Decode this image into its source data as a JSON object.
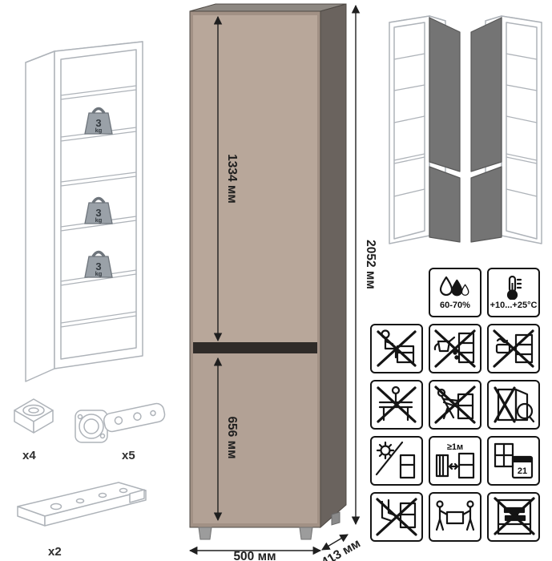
{
  "figure": {
    "dimensions": {
      "upper_door_height": "1334 мм",
      "lower_door_height": "656 мм",
      "total_height": "2052 мм",
      "width": "500 мм",
      "depth": "413 мм"
    },
    "shelf_load": {
      "value": "3",
      "unit": "kg"
    },
    "hardware": {
      "foot_qty": "x4",
      "hinge_qty": "x5",
      "plinth_qty": "x2"
    },
    "climate": {
      "humidity": "60-70%",
      "temperature": "+10...+25°C",
      "min_radiator_distance": "≥1м",
      "acclimatization_days": "21"
    },
    "colors": {
      "front": "#b7a79b",
      "side": "#6a635e",
      "top": "#8d8882",
      "gap": "#2f2b28"
    },
    "pictograms": [
      "humidity",
      "temperature",
      "no-sitting",
      "no-liquids",
      "no-solvent-cleaning",
      "no-standing",
      "no-dragging",
      "door-adjustment",
      "avoid-direct-sunlight",
      "radiator-distance",
      "acclimatization",
      "no-stepping",
      "two-person-carry",
      "no-heavy-objects"
    ]
  }
}
